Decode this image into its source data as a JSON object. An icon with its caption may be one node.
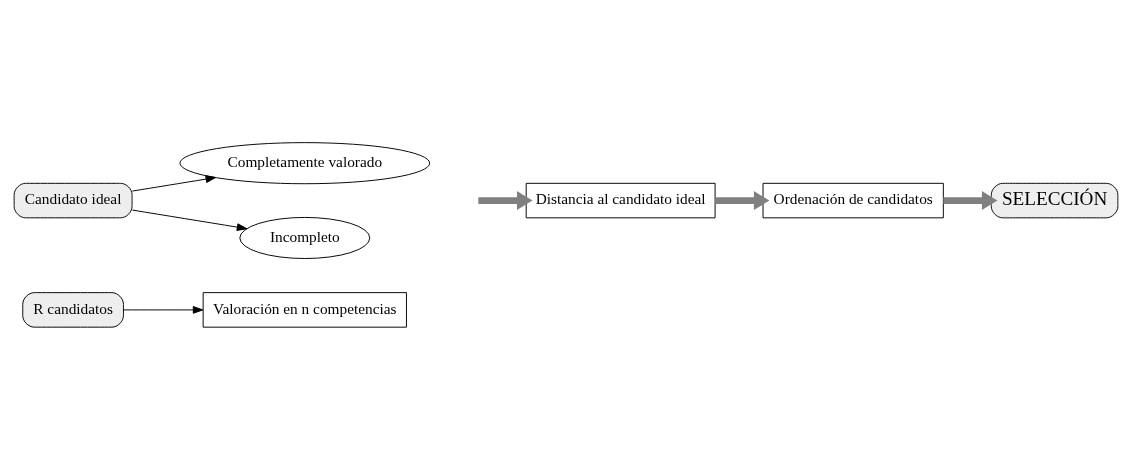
{
  "diagram": {
    "nodes": [
      {
        "text": [
          "R candidatos"
        ]
      },
      {
        "text": [
          "Valoración en n competencias"
        ]
      },
      {
        "text": [
          "Candidato ideal"
        ]
      },
      {
        "text": [
          "Completamente valorado"
        ]
      },
      {
        "text": [
          "Incompleto"
        ]
      },
      {
        "text": [
          "Distancia al candidato ideal"
        ]
      },
      {
        "text": [
          "Ordenación de candidatos"
        ]
      },
      {
        "text": [
          "SELECCIÓN"
        ]
      }
    ],
    "edges": [
      {
        "from": 0,
        "to": 1,
        "arrow": "to"
      },
      {
        "from": 2,
        "to": 3,
        "arrow": "to"
      },
      {
        "from": 2,
        "to": 4,
        "arrow": "to"
      },
      {
        "from": null,
        "to": 5,
        "arrow": "to",
        "style": "thick",
        "color": "#808080"
      },
      {
        "from": 5,
        "to": 6,
        "arrow": "to",
        "style": "thick",
        "color": "#808080"
      },
      {
        "from": 6,
        "to": 7,
        "arrow": "to",
        "style": "thick",
        "color": "#808080"
      }
    ]
  }
}
